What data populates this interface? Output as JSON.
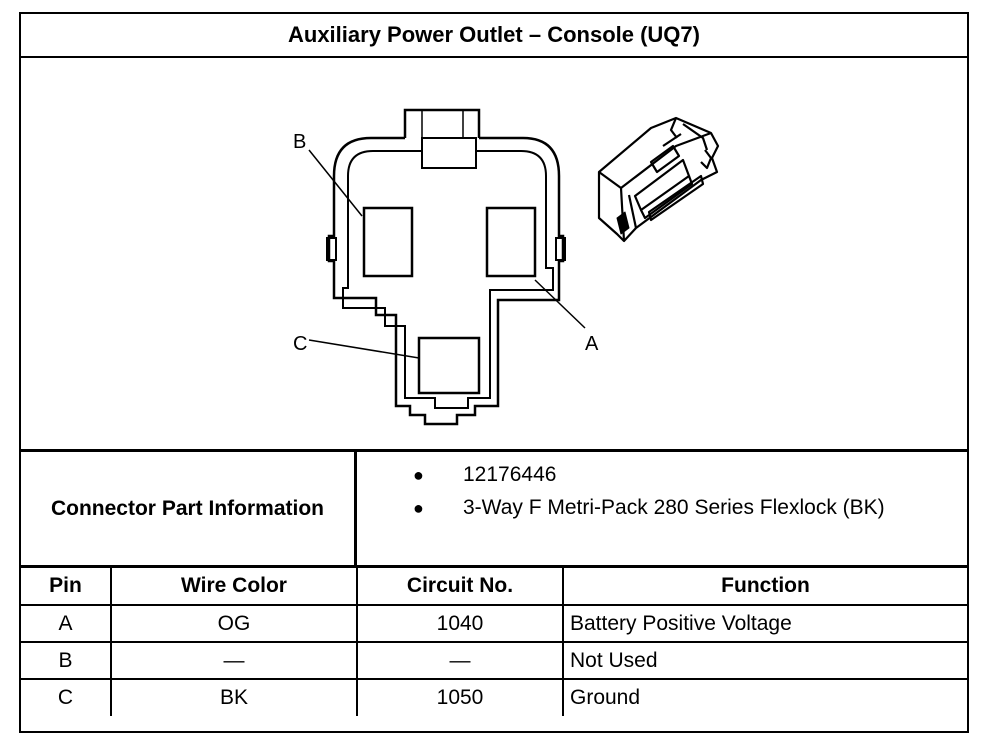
{
  "title": "Auxiliary Power Outlet – Console (UQ7)",
  "diagram": {
    "callouts": [
      "B",
      "A",
      "C"
    ],
    "face_icon": "connector-face-view",
    "perspective_icon": "connector-3d-view"
  },
  "connector_info": {
    "label": "Connector Part Information",
    "items": [
      "12176446",
      "3-Way F Metri-Pack 280 Series Flexlock (BK)"
    ]
  },
  "pin_table": {
    "headers": [
      "Pin",
      "Wire Color",
      "Circuit No.",
      "Function"
    ],
    "rows": [
      [
        "A",
        "OG",
        "1040",
        "Battery Positive Voltage"
      ],
      [
        "B",
        "—",
        "—",
        "Not Used"
      ],
      [
        "C",
        "BK",
        "1050",
        "Ground"
      ]
    ]
  }
}
